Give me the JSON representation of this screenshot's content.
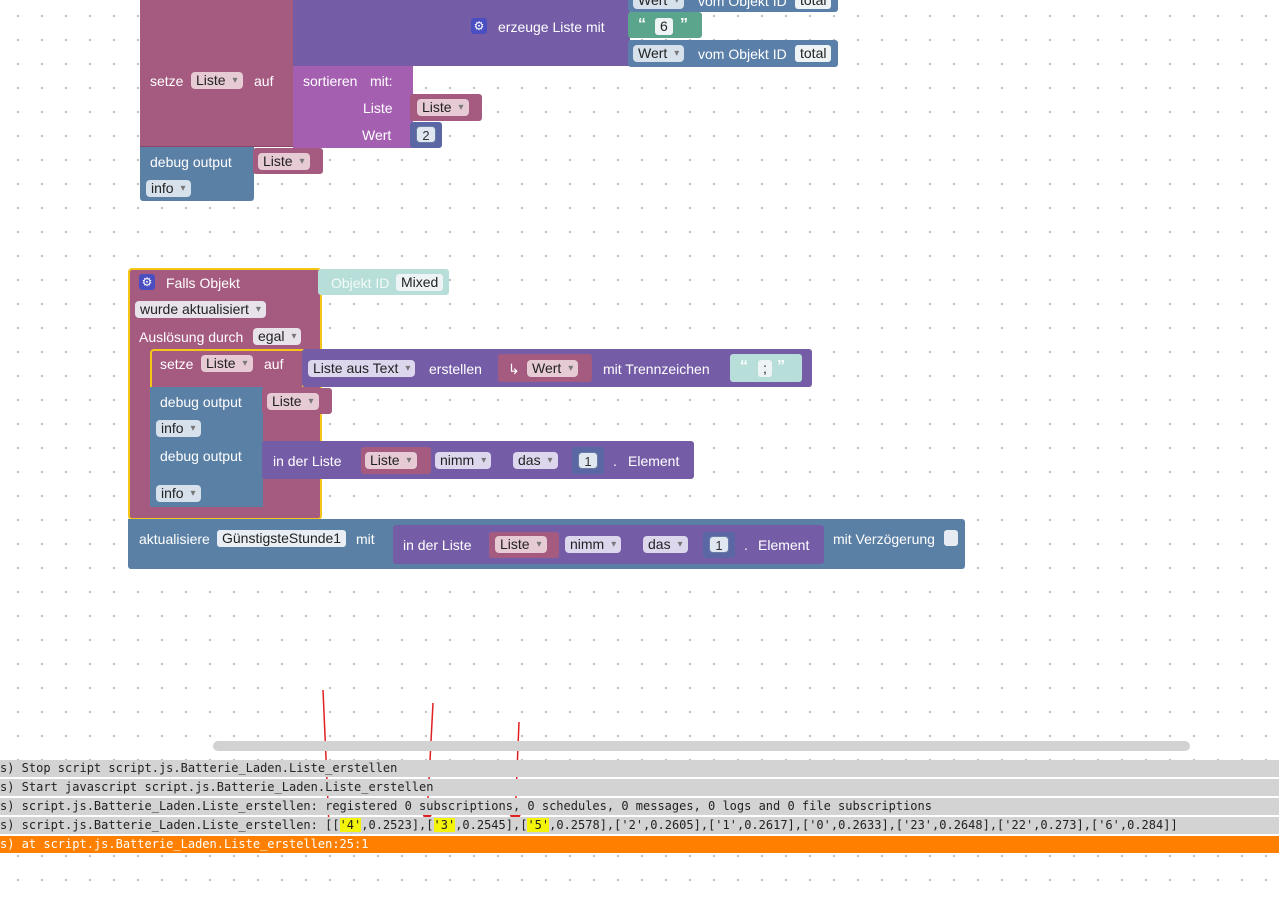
{
  "colors": {
    "variable": "#a55b80",
    "list": "#745ca6",
    "text": "#5ba58c",
    "object": "#5a7fa8",
    "error_line": "#ff8000",
    "highlight": "#f4f40a"
  },
  "top_group": {
    "erzeuge_label": "erzeuge Liste mit",
    "text_value": "6",
    "wert_dd1": "Wert",
    "vom_objekt_1": "vom Objekt ID",
    "total_1": "total",
    "wert_dd2": "Wert",
    "vom_objekt_2": "vom Objekt ID",
    "total_2": "total",
    "setze": "setze",
    "liste_var": "Liste",
    "auf": "auf",
    "sortieren": "sortieren",
    "mit": "mit:",
    "liste_label": "Liste",
    "liste_var2": "Liste",
    "wert_label": "Wert",
    "wert_num": "2",
    "debug_output": "debug output",
    "debug_var": "Liste",
    "info": "info"
  },
  "event_group": {
    "falls_objekt": "Falls Objekt",
    "objekt_id": "Objekt ID",
    "mixed": "Mixed",
    "wurde": "wurde aktualisiert",
    "ausloesung": "Auslösung durch",
    "egal": "egal",
    "setze": "setze",
    "liste_var": "Liste",
    "auf": "auf",
    "liste_aus_text": "Liste aus Text",
    "erstellen": "erstellen",
    "wert": "Wert",
    "mit_trennzeichen": "mit Trennzeichen",
    "trennzeichen": ";",
    "debug1": "debug output",
    "debug1_var": "Liste",
    "info1": "info",
    "debug2": "debug output",
    "in_der_liste": "in der Liste",
    "liste_var2": "Liste",
    "nimm": "nimm",
    "das": "das",
    "num1": "1",
    "dot": ".",
    "element": "Element",
    "info2": "info"
  },
  "update_block": {
    "aktualisiere": "aktualisiere",
    "target": "GünstigsteStunde1",
    "mit": "mit",
    "in_der_liste": "in der Liste",
    "liste_var": "Liste",
    "nimm": "nimm",
    "das": "das",
    "num": "1",
    "dot": ".",
    "element": "Element",
    "mit_verzoegerung": "mit Verzögerung"
  },
  "log": {
    "line1": "s) Stop script script.js.Batterie_Laden.Liste_erstellen",
    "line2": "s) Start javascript script.js.Batterie_Laden.Liste_erstellen",
    "line3": "s) script.js.Batterie_Laden.Liste_erstellen: registered 0 subscriptions, 0 schedules, 0 messages, 0 logs and 0 file subscriptions",
    "line4_pre": "s) script.js.Batterie_Laden.Liste_erstellen: [[",
    "line4_h1": "'4'",
    "line4_m1": ",0.2523],[",
    "line4_h2": "'3'",
    "line4_m2": ",0.2545],[",
    "line4_h3": "'5'",
    "line4_post": ",0.2578],['2',0.2605],['1',0.2617],['0',0.2633],['23',0.2648],['22',0.273],['6',0.284]]",
    "line5": "s) at script.js.Batterie_Laden.Liste_erstellen:25:1"
  }
}
